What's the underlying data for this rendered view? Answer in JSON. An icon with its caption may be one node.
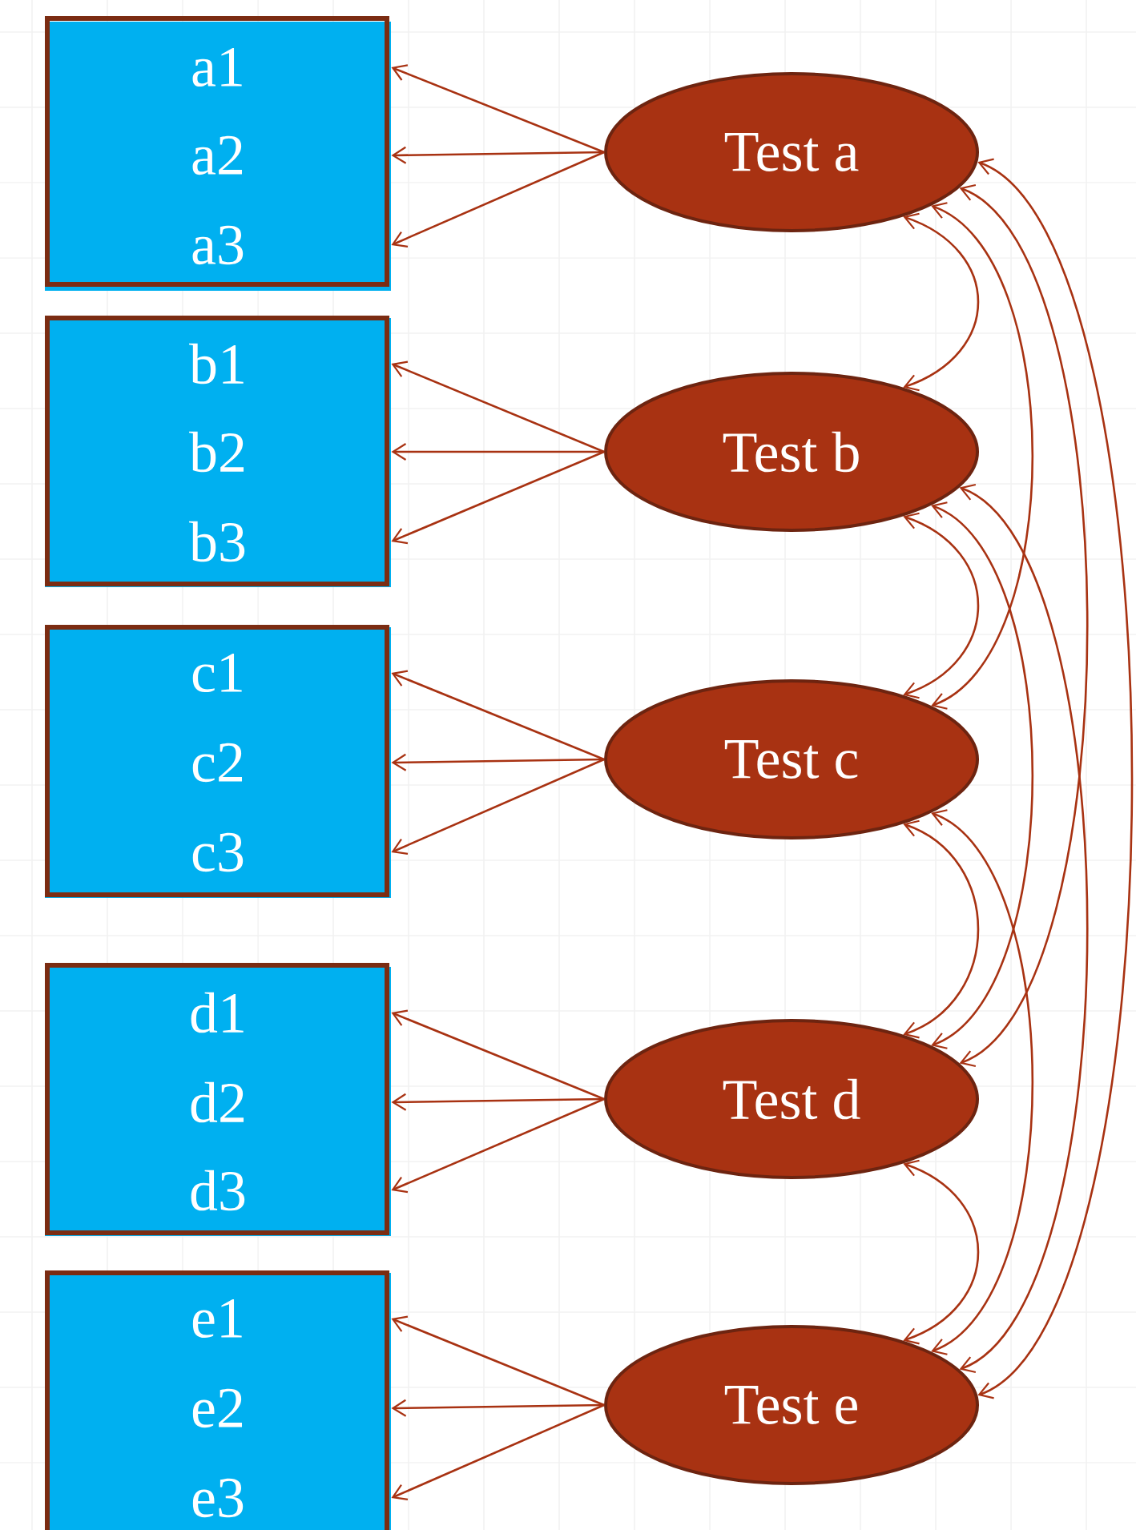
{
  "diagram": {
    "nodes": [
      {
        "text": [],
        "shape": "box"
      },
      {
        "text": [
          "a1"
        ],
        "in": 0
      },
      {
        "text": [
          "a2"
        ],
        "in": 0
      },
      {
        "text": [
          "a3"
        ],
        "in": 0
      },
      {
        "text": [
          "Test a"
        ]
      },
      {
        "text": [],
        "shape": "box"
      },
      {
        "text": [
          "b1"
        ],
        "in": 5
      },
      {
        "text": [
          "b2"
        ],
        "in": 5
      },
      {
        "text": [
          "b3"
        ],
        "in": 5
      },
      {
        "text": [
          "Test b"
        ]
      },
      {
        "text": [],
        "shape": "box"
      },
      {
        "text": [
          "c1"
        ],
        "in": 10
      },
      {
        "text": [
          "c2"
        ],
        "in": 10
      },
      {
        "text": [
          "c3"
        ],
        "in": 10
      },
      {
        "text": [
          "Test c"
        ]
      },
      {
        "text": [],
        "shape": "box"
      },
      {
        "text": [
          "d1"
        ],
        "in": 15
      },
      {
        "text": [
          "d2"
        ],
        "in": 15
      },
      {
        "text": [
          "d3"
        ],
        "in": 15
      },
      {
        "text": [
          "Test d"
        ]
      },
      {
        "text": [],
        "shape": "box"
      },
      {
        "text": [
          "e1"
        ],
        "in": 20
      },
      {
        "text": [
          "e2"
        ],
        "in": 20
      },
      {
        "text": [
          "e3"
        ],
        "in": 20
      },
      {
        "text": [
          "Test e"
        ]
      }
    ],
    "edges": [
      {
        "from": 4,
        "to": 1,
        "arrow": "to"
      },
      {
        "from": 4,
        "to": 2,
        "arrow": "to"
      },
      {
        "from": 4,
        "to": 3,
        "arrow": "to"
      },
      {
        "from": 9,
        "to": 6,
        "arrow": "to"
      },
      {
        "from": 9,
        "to": 7,
        "arrow": "to"
      },
      {
        "from": 9,
        "to": 8,
        "arrow": "to"
      },
      {
        "from": 14,
        "to": 11,
        "arrow": "to"
      },
      {
        "from": 14,
        "to": 12,
        "arrow": "to"
      },
      {
        "from": 14,
        "to": 13,
        "arrow": "to"
      },
      {
        "from": 19,
        "to": 16,
        "arrow": "to"
      },
      {
        "from": 19,
        "to": 17,
        "arrow": "to"
      },
      {
        "from": 19,
        "to": 18,
        "arrow": "to"
      },
      {
        "from": 24,
        "to": 21,
        "arrow": "to"
      },
      {
        "from": 24,
        "to": 22,
        "arrow": "to"
      },
      {
        "from": 24,
        "to": 23,
        "arrow": "to"
      },
      {
        "from": 4,
        "to": 9,
        "arrow": "both"
      },
      {
        "from": 4,
        "to": 14,
        "arrow": "both"
      },
      {
        "from": 4,
        "to": 19,
        "arrow": "both"
      },
      {
        "from": 4,
        "to": 24,
        "arrow": "both"
      },
      {
        "from": 9,
        "to": 14,
        "arrow": "both"
      },
      {
        "from": 9,
        "to": 19,
        "arrow": "both"
      },
      {
        "from": 9,
        "to": 24,
        "arrow": "both"
      },
      {
        "from": 14,
        "to": 19,
        "arrow": "both"
      },
      {
        "from": 14,
        "to": 24,
        "arrow": "both"
      },
      {
        "from": 19,
        "to": 24,
        "arrow": "both"
      }
    ]
  }
}
